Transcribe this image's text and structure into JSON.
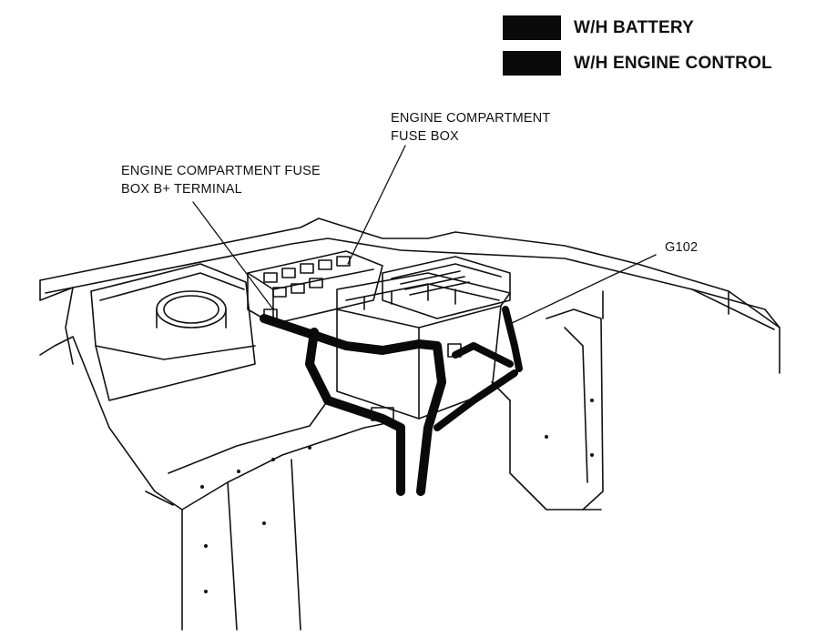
{
  "legend": [
    {
      "label": "W/H BATTERY",
      "color": "#0a0a0a"
    },
    {
      "label": "W/H ENGINE CONTROL",
      "color": "#0a0a0a"
    }
  ],
  "callouts": {
    "fuse_box": {
      "line1": "ENGINE COMPARTMENT",
      "line2": "FUSE BOX"
    },
    "b_terminal": {
      "line1": "ENGINE COMPARTMENT FUSE",
      "line2": "BOX B+ TERMINAL"
    },
    "ground": {
      "line1": "G102"
    }
  },
  "colors": {
    "line": "#111111",
    "harness": "#0a0a0a",
    "background": "#ffffff"
  }
}
